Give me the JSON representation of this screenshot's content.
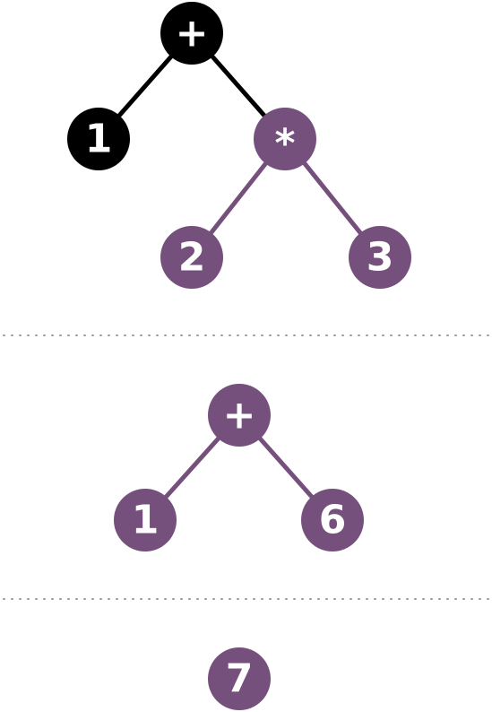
{
  "colors": {
    "evaluated": "#000000",
    "pending": "#76507c",
    "label": "#ffffff",
    "divider": "#9a9a9a"
  },
  "stages": [
    {
      "nodes": {
        "root": {
          "label": "+",
          "state": "evaluated"
        },
        "left": {
          "label": "1",
          "state": "evaluated"
        },
        "mul": {
          "label": "*",
          "state": "pending"
        },
        "mul_left": {
          "label": "2",
          "state": "pending"
        },
        "mul_right": {
          "label": "3",
          "state": "pending"
        }
      }
    },
    {
      "nodes": {
        "root": {
          "label": "+",
          "state": "pending"
        },
        "left": {
          "label": "1",
          "state": "pending"
        },
        "right": {
          "label": "6",
          "state": "pending"
        }
      }
    },
    {
      "nodes": {
        "result": {
          "label": "7",
          "state": "pending"
        }
      }
    }
  ]
}
